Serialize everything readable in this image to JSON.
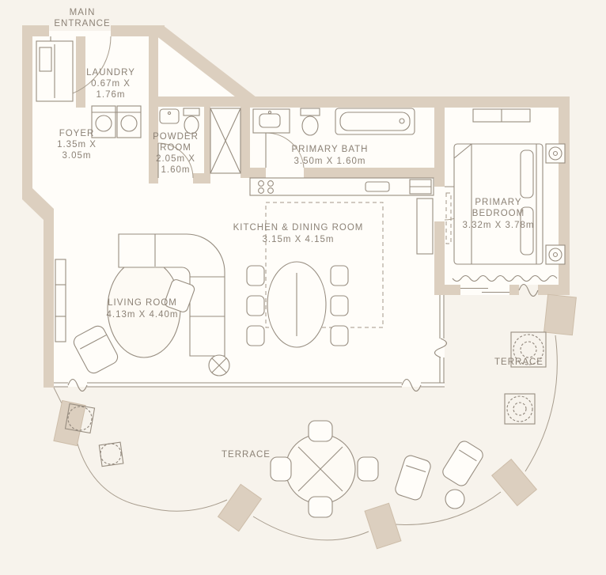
{
  "colors": {
    "background": "#f7f3ec",
    "wall": "#dccfbf",
    "interior_floor": "#fffdf9",
    "line": "#978d80",
    "text": "#8c8276"
  },
  "rooms": {
    "main_entrance": {
      "line1": "MAIN",
      "line2": "ENTRANCE"
    },
    "laundry": {
      "name": "LAUNDRY",
      "dim1": "0.67m X",
      "dim2": "1.76m"
    },
    "foyer": {
      "name": "FOYER",
      "dim1": "1.35m X",
      "dim2": "3.05m"
    },
    "powder_room": {
      "name1": "POWDER",
      "name2": "ROOM",
      "dim1": "2.05m X",
      "dim2": "1.60m"
    },
    "primary_bath": {
      "name": "PRIMARY BATH",
      "dims": "3.50m X 1.60m"
    },
    "primary_bedroom": {
      "name1": "PRIMARY",
      "name2": "BEDROOM",
      "dims": "3.32m X 3.78m"
    },
    "kitchen_dining": {
      "name": "KITCHEN & DINING ROOM",
      "dims": "3.15m X 4.15m"
    },
    "living_room": {
      "name": "LIVING ROOM",
      "dims": "4.13m X 4.40m"
    },
    "terrace_right": {
      "name": "TERRACE"
    },
    "terrace_bottom": {
      "name": "TERRACE"
    }
  }
}
